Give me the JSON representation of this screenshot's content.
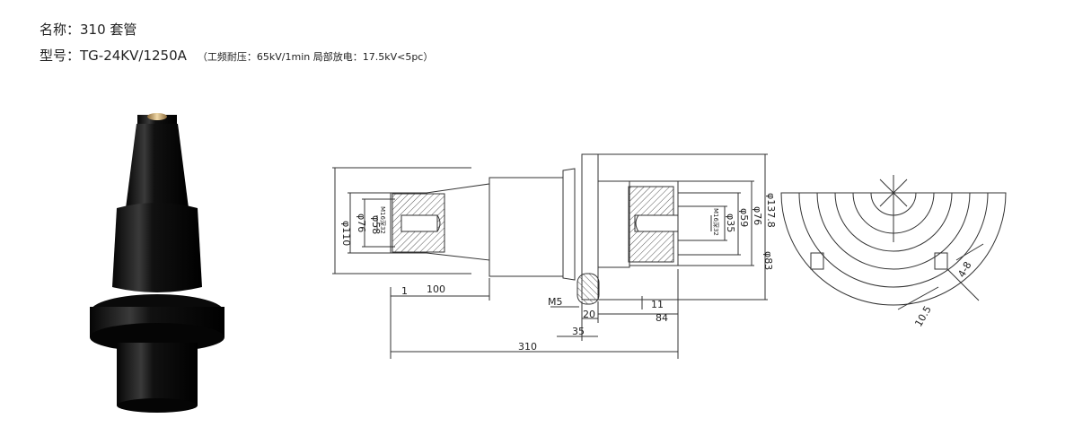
{
  "header": {
    "name_label": "名称：",
    "name_value": "310 套管",
    "model_label": "型号：",
    "model_value": "TG-24KV/1250A",
    "spec_note": "（工频耐压：65kV/1min  局部放电：17.5kV<5pc）"
  },
  "dimensions": {
    "dia_110": "φ110",
    "dia_76_left": "φ76",
    "dia_58": "φ58",
    "thread_left": "M16深32",
    "thread_right": "M16深32",
    "dia_59": "φ59",
    "dia_35": "φ35",
    "dia_76_right": "φ76",
    "dia_83": "φ83",
    "dia_137_8": "φ137.8",
    "len_1": "1",
    "len_100": "100",
    "bolt_m5": "M5",
    "len_20": "20",
    "len_35": "35",
    "len_11": "11",
    "len_84": "84",
    "len_310": "310",
    "slot_4_8": "4-8",
    "slot_10_5": "10.5"
  },
  "colors": {
    "line": "#333333",
    "hatch": "#555555",
    "photo_body": "#111111",
    "photo_metal": "#c8a46a"
  }
}
